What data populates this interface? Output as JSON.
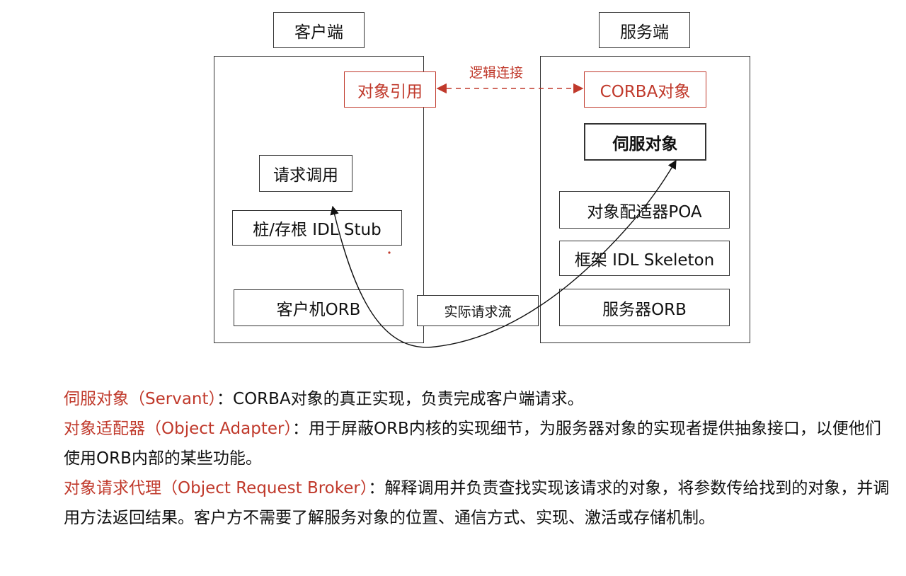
{
  "diagram": {
    "client_header": "客户端",
    "server_header": "服务端",
    "object_reference": "对象引用",
    "corba_object": "CORBA对象",
    "logical_connection": "逻辑连接",
    "servant": "伺服对象",
    "request_call": "请求调用",
    "stub": "桩/存根 IDL Stub",
    "client_orb": "客户机ORB",
    "actual_request_flow": "实际请求流",
    "poa": "对象配适器POA",
    "skeleton": "框架 IDL Skeleton",
    "server_orb": "服务器ORB",
    "accent_color": "#c0392b"
  },
  "descriptions": [
    {
      "term": "伺服对象（Servant）",
      "sep": "：",
      "text": "CORBA对象的真正实现，负责完成客户端请求。"
    },
    {
      "term": "对象适配器（Object Adapter）",
      "sep": "：",
      "text": "用于屏蔽ORB内核的实现细节，为服务器对象的实现者提供抽象接口，以便他们使用ORB内部的某些功能。"
    },
    {
      "term": "对象请求代理（Object Request Broker）",
      "sep": "：",
      "text": "解释调用并负责查找实现该请求的对象，将参数传给找到的对象，并调用方法返回结果。客户方不需要了解服务对象的位置、通信方式、实现、激活或存储机制。"
    }
  ]
}
